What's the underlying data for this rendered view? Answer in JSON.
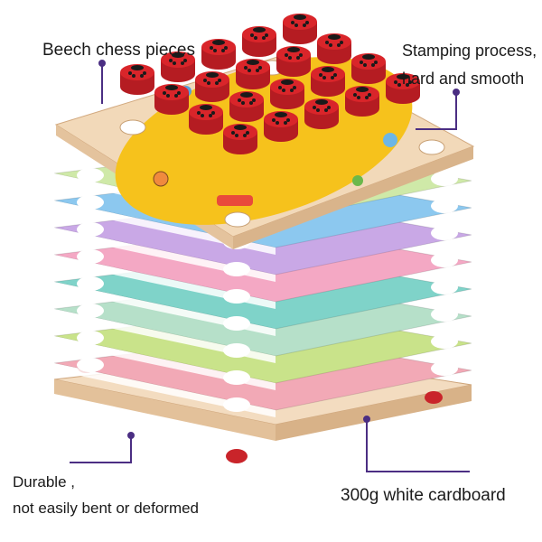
{
  "labels": {
    "beech": "Beech chess pieces",
    "stamping_line1": "Stamping process,",
    "stamping_line2": "hard and smooth",
    "durable_line1": "Durable ,",
    "durable_line2": "not easily bent or deformed",
    "cardboard": "300g white cardboard"
  },
  "colors": {
    "callout_line": "#4b2e83",
    "wood": "#f1d6b5",
    "wood_edge": "#d9b38a",
    "ladybug_red": "#d9252a",
    "board_yellow": "#f6c21c",
    "layers": [
      "#f2a9b6",
      "#c9e38a",
      "#b6e0c9",
      "#7fd3c9",
      "#f4a8c4",
      "#c9a8e6",
      "#8cc8ef",
      "#cfe9a8"
    ]
  },
  "icons": {
    "ladybug": "ladybug-piece-icon"
  }
}
